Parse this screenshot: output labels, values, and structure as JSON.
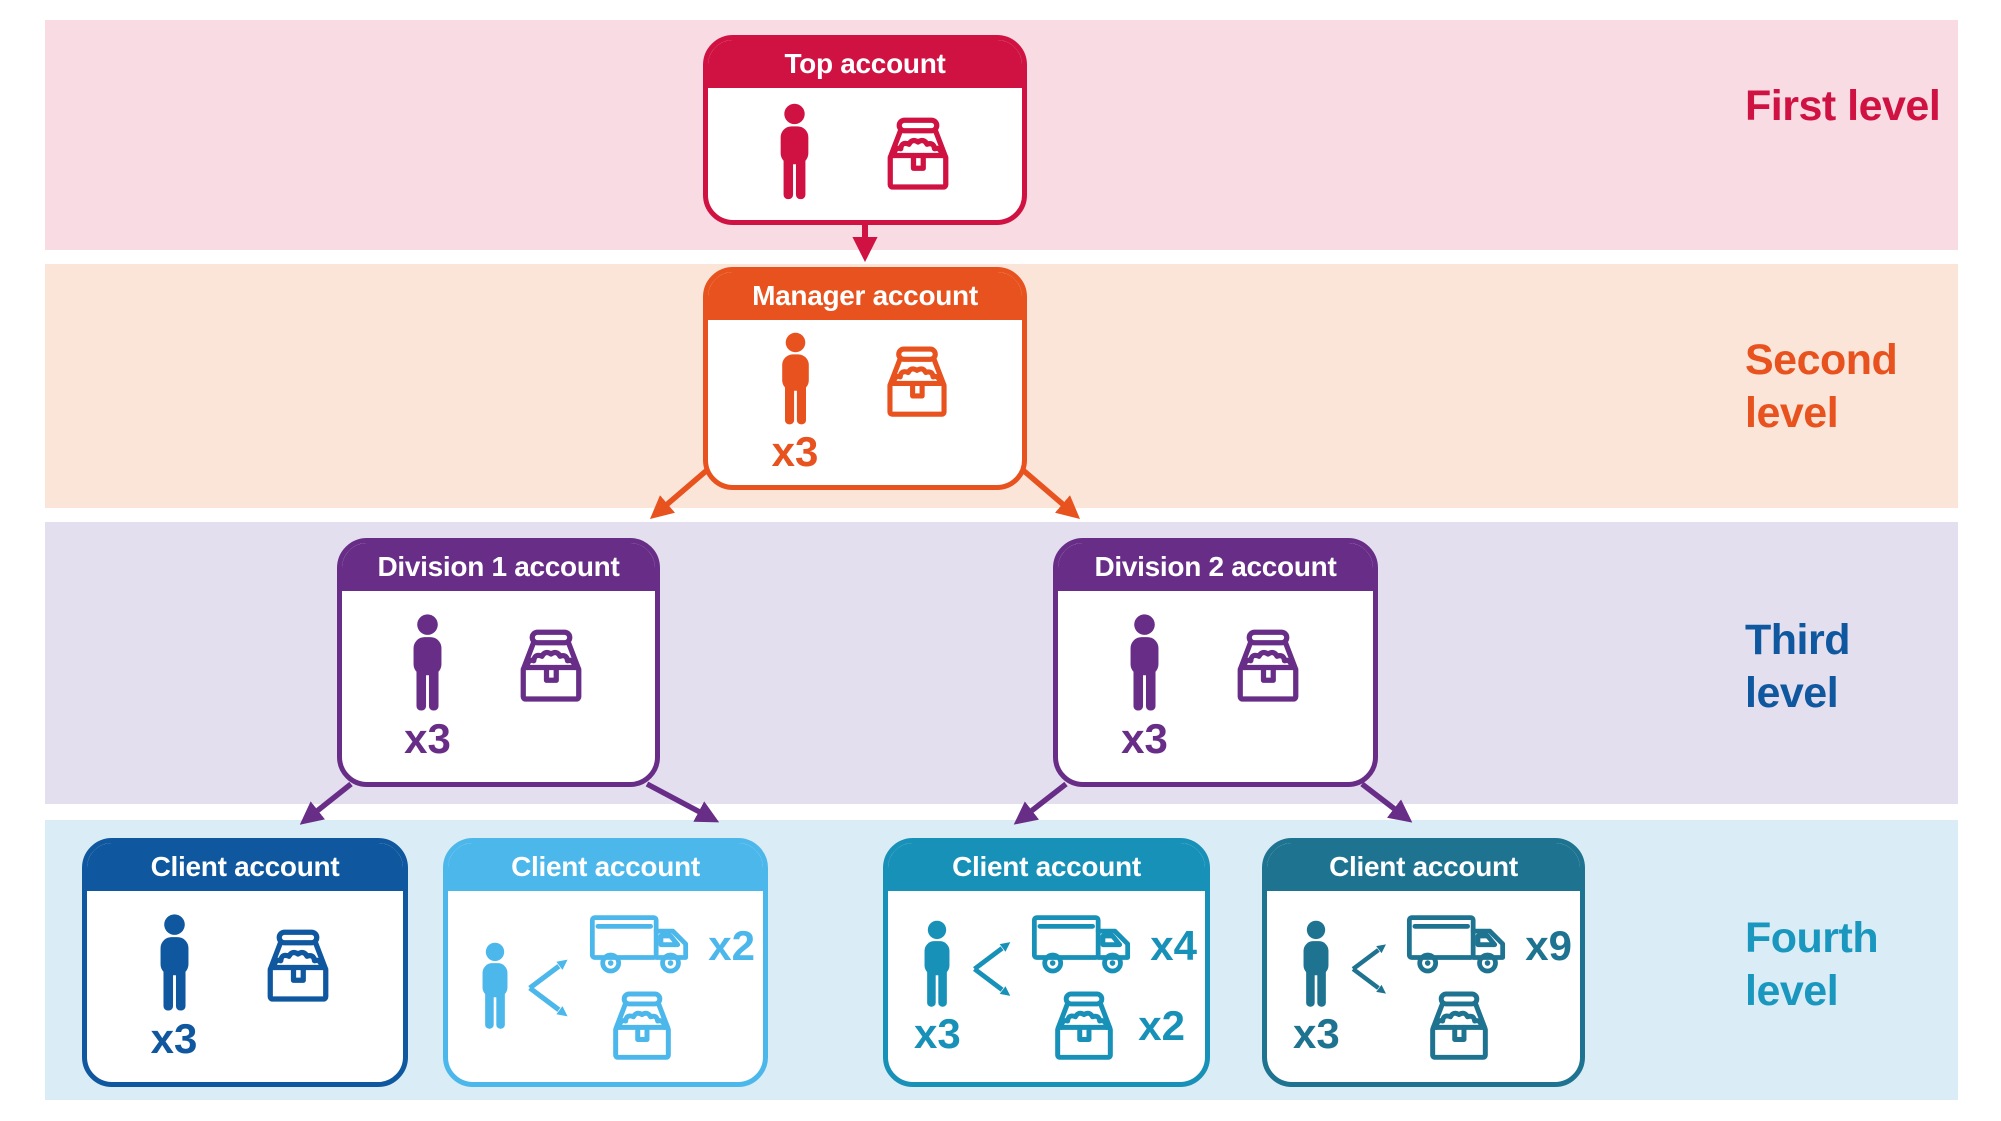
{
  "levels": [
    {
      "label": "First level",
      "color": "#D01243"
    },
    {
      "label": "Second level",
      "color": "#E8521E"
    },
    {
      "label": "Third level",
      "color": "#0F579E"
    },
    {
      "label": "Fourth level",
      "color": "#1A97BF"
    }
  ],
  "bands": [
    {
      "color": "#F8DBE3"
    },
    {
      "color": "#FBE5D9"
    },
    {
      "color": "#E4DFEE"
    },
    {
      "color": "#DAECF5"
    }
  ],
  "boxes": {
    "top": {
      "title": "Top account",
      "color": "#D01243"
    },
    "manager": {
      "title": "Manager account",
      "color": "#E8521E",
      "person_multiplier": "x3"
    },
    "division1": {
      "title": "Division 1 account",
      "color": "#682E87",
      "person_multiplier": "x3"
    },
    "division2": {
      "title": "Division 2 account",
      "color": "#682E87",
      "person_multiplier": "x3"
    },
    "client1": {
      "title": "Client account",
      "color": "#0F579E",
      "person_multiplier": "x3"
    },
    "client2": {
      "title": "Client account",
      "color": "#4CB7EB",
      "truck_multiplier": "x2"
    },
    "client3": {
      "title": "Client account",
      "color": "#1791B8",
      "person_multiplier": "x3",
      "truck_multiplier": "x4",
      "chest_multiplier": "x2"
    },
    "client4": {
      "title": "Client account",
      "color": "#1D7390",
      "person_multiplier": "x3",
      "truck_multiplier": "x9"
    }
  },
  "icons": {
    "person": "person-icon",
    "chest": "treasure-chest-icon",
    "truck": "delivery-truck-icon",
    "branch": "branch-arrows-icon"
  }
}
